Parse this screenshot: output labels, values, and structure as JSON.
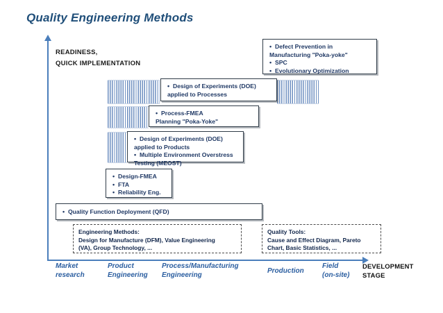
{
  "slide": {
    "title": "Quality Engineering Methods",
    "accent_color": "#1f4e79",
    "axis_color": "#4a7ebb",
    "box_text_color": "#1f3864"
  },
  "y_axis": {
    "caption_line1": "READINESS,",
    "caption_line2": "QUICK IMPLEMENTATION"
  },
  "boxes": {
    "manufacturing": {
      "name": "manufacturing-methods-box",
      "lines": [
        {
          "text": "Defect Prevention in",
          "bullet": true
        },
        {
          "text": "Manufacturing \"Poka-yoke\"",
          "bullet": false
        },
        {
          "text": "SPC",
          "bullet": true
        },
        {
          "text": "Evolutionary Optimization",
          "bullet": true
        }
      ]
    },
    "doe_processes": {
      "name": "doe-processes-box",
      "lines": [
        {
          "text": "Design of Experiments (DOE)",
          "bullet": true
        },
        {
          "text": "applied to Processes",
          "bullet": false
        }
      ]
    },
    "process_fmea": {
      "name": "process-fmea-box",
      "lines": [
        {
          "text": "Process-FMEA",
          "bullet": true
        },
        {
          "text": "Planning \"Poka-Yoke\"",
          "bullet": false
        }
      ]
    },
    "doe_products": {
      "name": "doe-products-box",
      "lines": [
        {
          "text": "Design of Experiments (DOE)",
          "bullet": true
        },
        {
          "text": "applied to Products",
          "bullet": false
        },
        {
          "text": "Multiple Environment Overstress",
          "bullet": true
        },
        {
          "text": "Testing (MEOST)",
          "bullet": false
        }
      ]
    },
    "design_fmea": {
      "name": "design-fmea-box",
      "lines": [
        {
          "text": "Design-FMEA",
          "bullet": true
        },
        {
          "text": "FTA",
          "bullet": true
        },
        {
          "text": "Reliability Eng.",
          "bullet": true
        }
      ]
    },
    "qfd": {
      "name": "qfd-box",
      "lines": [
        {
          "text": "Quality Function Deployment (QFD)",
          "bullet": true
        }
      ]
    }
  },
  "annotations": {
    "engineering_methods": {
      "line1": "Engineering Methods:",
      "line2": "Design for Manufacture (DFM), Value Engineering",
      "line3": "(VA), Group Technology, ..."
    },
    "quality_tools": {
      "line1": "Quality Tools:",
      "line2": "Cause and Effect Diagram, Pareto",
      "line3": "Chart, Basic Statistics, ..."
    }
  },
  "stages": [
    {
      "id": "market-research",
      "line1": "Market",
      "line2": "research"
    },
    {
      "id": "product-engineering",
      "line1": "Product",
      "line2": "Engineering"
    },
    {
      "id": "process-manufacturing-engineering",
      "line1": "Process/Manufacturing",
      "line2": "Engineering"
    },
    {
      "id": "production",
      "line1": "Production",
      "line2": ""
    },
    {
      "id": "field-on-site",
      "line1": "Field",
      "line2": "(on-site)"
    }
  ],
  "x_axis": {
    "label_line1": "DEVELOPMENT",
    "label_line2": "STAGE"
  }
}
